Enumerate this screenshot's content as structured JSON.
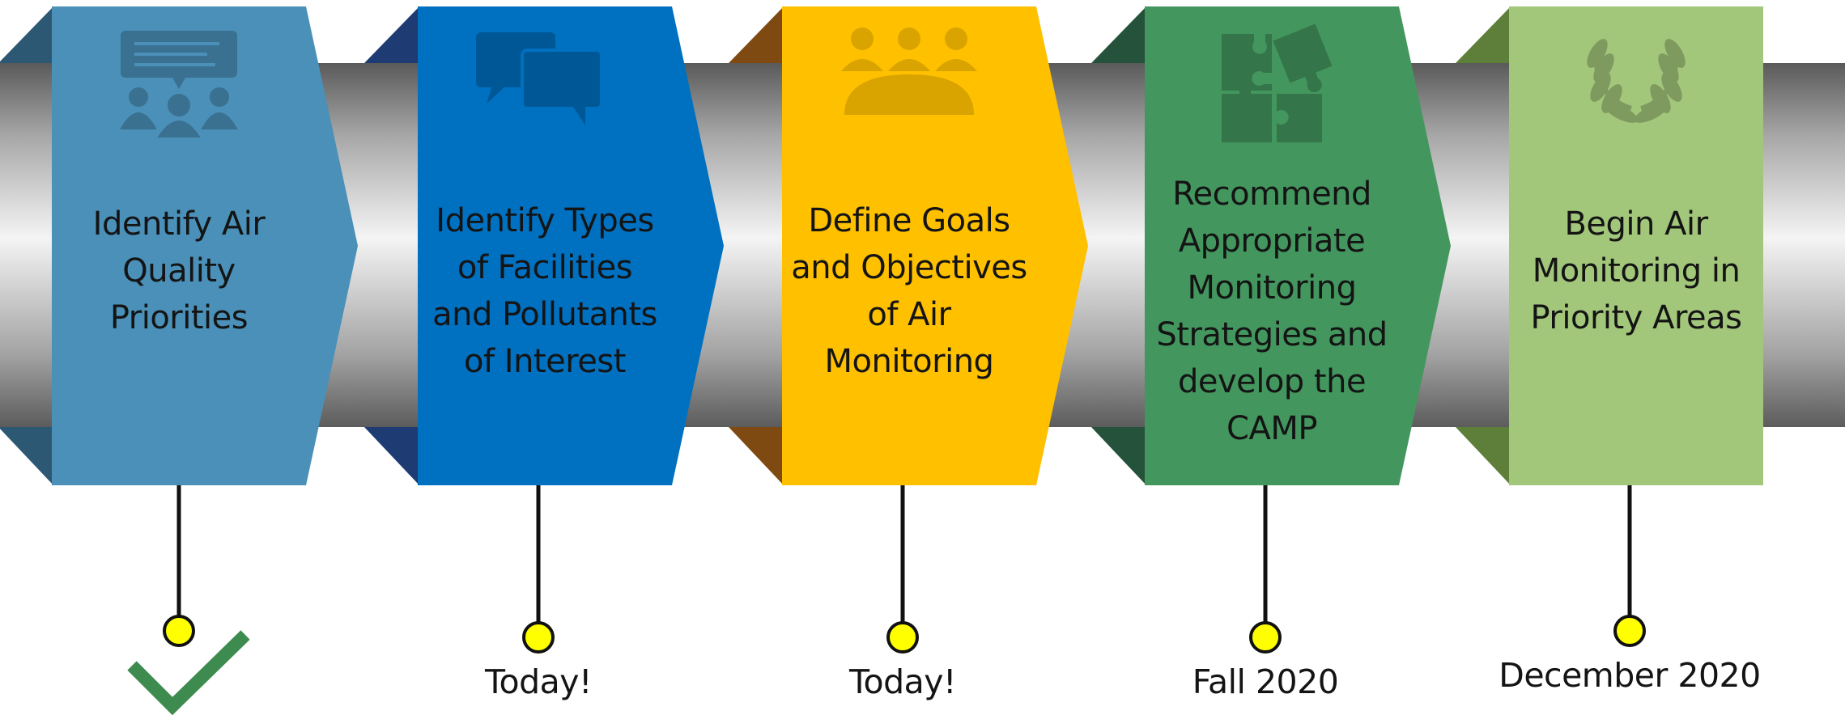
{
  "steps": [
    {
      "text": "Identify Air\nQuality\nPriorities",
      "icon": "meeting-presentation-icon",
      "color": "#4A90B8",
      "fold_color": "#2D5874",
      "status": "done",
      "date": ""
    },
    {
      "text": "Identify Types\nof Facilities\nand Pollutants\nof Interest",
      "icon": "speech-bubbles-icon",
      "color": "#0070C0",
      "fold_color": "#1F3B73",
      "status": "",
      "date": "Today!"
    },
    {
      "text": "Define Goals\nand Objectives\nof Air\nMonitoring",
      "icon": "group-meeting-icon",
      "color": "#FFC000",
      "fold_color": "#7F4A12",
      "status": "",
      "date": "Today!"
    },
    {
      "text": "Recommend\nAppropriate\nMonitoring\nStrategies and\ndevelop the\nCAMP",
      "icon": "puzzle-pieces-icon",
      "color": "#43965E",
      "fold_color": "#25523A",
      "status": "",
      "date": "Fall 2020"
    },
    {
      "text": "Begin Air\nMonitoring in\nPriority Areas",
      "icon": "laurel-wreath-icon",
      "color": "#A2C67A",
      "fold_color": "#5E7F3A",
      "status": "",
      "date": "December 2020"
    }
  ],
  "colors": {
    "pin_fill": "#FFFF00",
    "check_color": "#3D8B4E",
    "text_color": "#141414"
  }
}
